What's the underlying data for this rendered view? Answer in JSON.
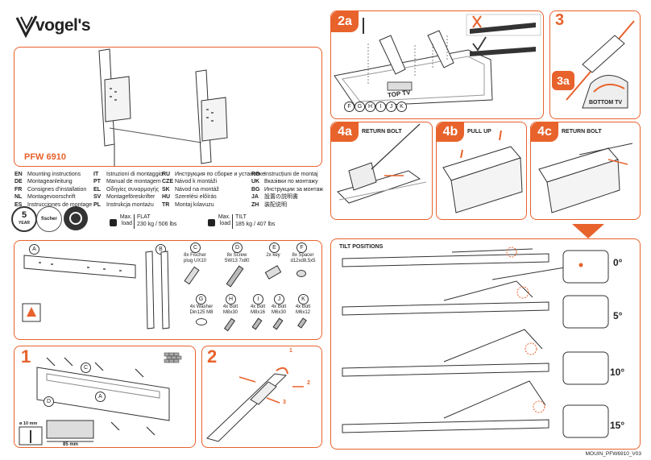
{
  "brand": {
    "name": "vogel's"
  },
  "product": {
    "model": "PFW 6910"
  },
  "languages": [
    {
      "code": "EN",
      "text": "Mounting instructions"
    },
    {
      "code": "DE",
      "text": "Montageanleitung"
    },
    {
      "code": "FR",
      "text": "Consignes d'installation"
    },
    {
      "code": "NL",
      "text": "Montagevoorschrift"
    },
    {
      "code": "ES",
      "text": "Instrucciones de montage"
    },
    {
      "code": "IT",
      "text": "Istruzioni di montaggio"
    },
    {
      "code": "PT",
      "text": "Manual de montagem"
    },
    {
      "code": "EL",
      "text": "Οδηγίες συναρμογής"
    },
    {
      "code": "SV",
      "text": "Montageföreskrifter"
    },
    {
      "code": "PL",
      "text": "Instrukcja montażu"
    },
    {
      "code": "RU",
      "text": "Инструкция по сборке и установке"
    },
    {
      "code": "CZE",
      "text": "Návod k montáži"
    },
    {
      "code": "SK",
      "text": "Návod na montáž"
    },
    {
      "code": "HU",
      "text": "Szerelési előírás"
    },
    {
      "code": "TR",
      "text": "Montaj kılavuzu"
    },
    {
      "code": "RO",
      "text": "Instrucțiuni de montaj"
    },
    {
      "code": "UK",
      "text": "Вказівки по монтажу"
    },
    {
      "code": "BG",
      "text": "Инструкции за монтаж"
    },
    {
      "code": "JA",
      "text": "設置の説明書"
    },
    {
      "code": "ZH",
      "text": "装配说明"
    }
  ],
  "badges": {
    "warranty_num": "5",
    "warranty_word": "YEAR",
    "fischer": "fischer"
  },
  "load": {
    "max_label": "Max.",
    "load_label": "load",
    "flat_label": "FLAT",
    "flat_value": "230 kg / 506 lbs",
    "tilt_label": "TILT",
    "tilt_value": "185 kg / 407 lbs"
  },
  "parts": {
    "A": "A",
    "B": "B",
    "C": {
      "letter": "C",
      "qty": "8x Fischer",
      "name": "plug UX10"
    },
    "D": {
      "letter": "D",
      "qty": "8x Screw",
      "name": "SW13 7x80"
    },
    "E": {
      "letter": "E",
      "qty": "2x key",
      "name": ""
    },
    "F": {
      "letter": "F",
      "qty": "8x Spacer",
      "name": "d12xd8,5x5"
    },
    "G": {
      "letter": "G",
      "qty": "4x Washer",
      "name": "Din125 M8"
    },
    "H": {
      "letter": "H",
      "qty": "4x Bolt",
      "name": "M8x30"
    },
    "I": {
      "letter": "I",
      "qty": "4x Bolt",
      "name": "M8x16"
    },
    "J": {
      "letter": "J",
      "qty": "4x Bolt",
      "name": "M6x30"
    },
    "K": {
      "letter": "K",
      "qty": "4x Bolt",
      "name": "M6x12"
    }
  },
  "steps": {
    "s1": "1",
    "s1_drill": "ø 10 mm",
    "s1_depth": "85 mm",
    "s2": "2",
    "s2a": "2a",
    "s2_letters": [
      "F",
      "G",
      "H",
      "I",
      "J",
      "K"
    ],
    "s3": "3",
    "s3a": "3a",
    "s3a_caption": "BOTTOM TV",
    "s4a": "4a",
    "s4a_caption": "RETURN BOLT",
    "s4b": "4b",
    "s4b_caption": "PULL UP",
    "s4c": "4c",
    "s4c_caption": "RETURN BOLT",
    "tv_label": "TOP TV",
    "callouts": [
      "1",
      "2",
      "3"
    ]
  },
  "tilt": {
    "title": "TILT POSITIONS",
    "angles": [
      "0°",
      "5°",
      "10°",
      "15°"
    ]
  },
  "footer": {
    "code": "MOUIN_PFW6910_V03"
  },
  "colors": {
    "accent": "#e8622c",
    "ink": "#222222"
  }
}
